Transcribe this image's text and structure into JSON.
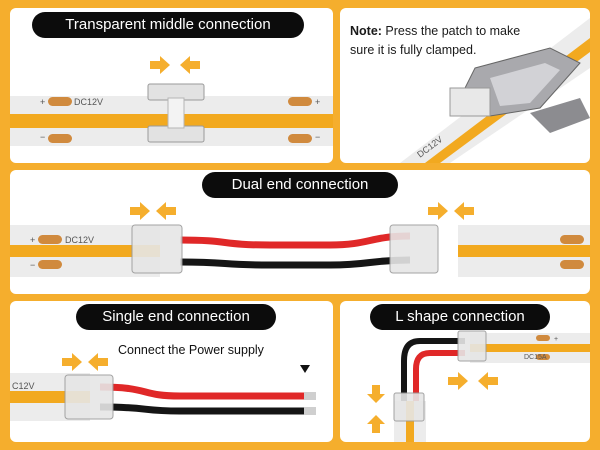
{
  "colors": {
    "background": "#f5ae2d",
    "strip": "#f2a91f",
    "arrow": "#f5ae2d",
    "red_wire": "#e02828",
    "black_wire": "#151515"
  },
  "panels": {
    "middle": {
      "title": "Transparent middle connection",
      "strip_label": "DC12V"
    },
    "note": {
      "bold": "Note:",
      "text": " Press the patch to make sure it is fully clamped.",
      "strip_label": "DC12V"
    },
    "dual": {
      "title": "Dual end connection",
      "strip_label": "DC12V"
    },
    "single": {
      "title": "Single end connection",
      "caption": "Connect the Power supply",
      "strip_label": "C12V"
    },
    "lshape": {
      "title": "L shape connection",
      "strip_label": "DC15A"
    }
  },
  "icons": [
    "arrow-right-icon",
    "arrow-left-icon",
    "arrow-down-icon",
    "arrow-up-icon",
    "down-triangle-icon"
  ]
}
